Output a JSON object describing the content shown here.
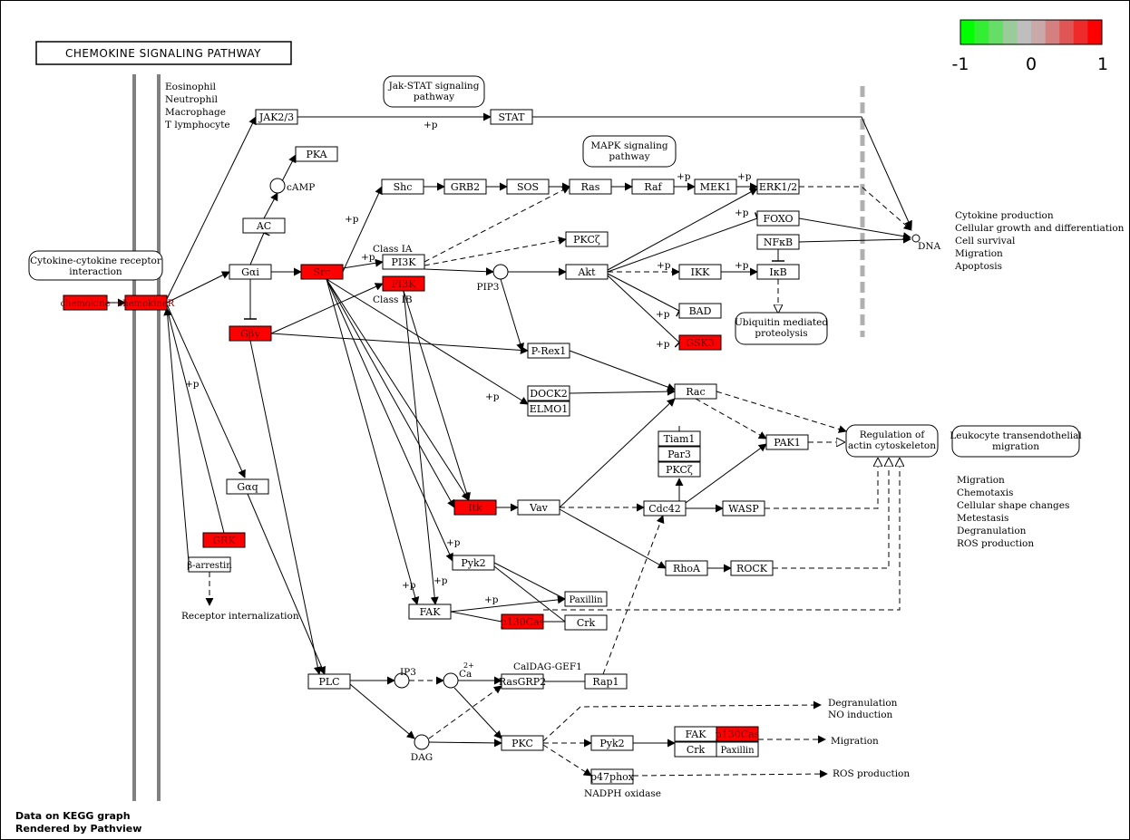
{
  "title": "CHEMOKINE SIGNALING PATHWAY",
  "footer": [
    "Data on KEGG graph",
    "Rendered by Pathview"
  ],
  "legend": {
    "min_label": "-1",
    "mid_label": "0",
    "max_label": "1",
    "colors": [
      "#00ff00",
      "#33ee33",
      "#66dd66",
      "#99cc99",
      "#bebebe",
      "#c8a8a8",
      "#d48080",
      "#e05555",
      "#ee2a2a",
      "#ff0000"
    ]
  },
  "colors": {
    "highlight": "#ff0000",
    "membrane": "#808080",
    "box_stroke": "#000000"
  },
  "cell_types": [
    "Eosinophil",
    "Neutrophil",
    "Macrophage",
    "T lymphocyte"
  ],
  "pathways": [
    {
      "id": "cytokine",
      "lines": [
        "Cytokine-cytokine receptor",
        "interaction"
      ]
    },
    {
      "id": "jakstat",
      "lines": [
        "Jak-STAT signaling",
        "pathway"
      ]
    },
    {
      "id": "mapk",
      "lines": [
        "MAPK signaling",
        "pathway"
      ]
    },
    {
      "id": "ubiq",
      "lines": [
        "Ubiquitin mediated",
        "proteolysis"
      ]
    },
    {
      "id": "actin",
      "lines": [
        "Regulation of",
        "actin cytoskeleton"
      ]
    },
    {
      "id": "leuko",
      "lines": [
        "Leukocyte transendothelial",
        "migration"
      ]
    }
  ],
  "genes": [
    {
      "id": "chemokine",
      "label": "chemokine",
      "hl": true
    },
    {
      "id": "chemokineR",
      "label": "chemokineR",
      "hl": true
    },
    {
      "id": "jak",
      "label": "JAK2/3",
      "hl": false
    },
    {
      "id": "stat",
      "label": "STAT",
      "hl": false
    },
    {
      "id": "pka",
      "label": "PKA",
      "hl": false
    },
    {
      "id": "ac",
      "label": "AC",
      "hl": false
    },
    {
      "id": "gai",
      "label": "Gαi",
      "hl": false
    },
    {
      "id": "gby",
      "label": "Gβγ",
      "hl": true
    },
    {
      "id": "src",
      "label": "Src",
      "hl": true
    },
    {
      "id": "shc",
      "label": "Shc",
      "hl": false
    },
    {
      "id": "grb2",
      "label": "GRB2",
      "hl": false
    },
    {
      "id": "sos",
      "label": "SOS",
      "hl": false
    },
    {
      "id": "ras",
      "label": "Ras",
      "hl": false
    },
    {
      "id": "raf",
      "label": "Raf",
      "hl": false
    },
    {
      "id": "mek",
      "label": "MEK1",
      "hl": false
    },
    {
      "id": "erk",
      "label": "ERK1/2",
      "hl": false
    },
    {
      "id": "pi3k1",
      "label": "PI3K",
      "hl": false
    },
    {
      "id": "pi3k2",
      "label": "PI3K",
      "hl": true
    },
    {
      "id": "pkcz",
      "label": "PKCζ",
      "hl": false
    },
    {
      "id": "foxo",
      "label": "FOXO",
      "hl": false
    },
    {
      "id": "nfkb",
      "label": "NFκB",
      "hl": false
    },
    {
      "id": "akt",
      "label": "Akt",
      "hl": false
    },
    {
      "id": "ikk",
      "label": "IKK",
      "hl": false
    },
    {
      "id": "ikb",
      "label": "IκB",
      "hl": false
    },
    {
      "id": "bad",
      "label": "BAD",
      "hl": false
    },
    {
      "id": "gsk3",
      "label": "GSK3",
      "hl": true
    },
    {
      "id": "prex",
      "label": "P-Rex1",
      "hl": false
    },
    {
      "id": "dock2",
      "label": "DOCK2",
      "hl": false
    },
    {
      "id": "elmo1",
      "label": "ELMO1",
      "hl": false
    },
    {
      "id": "rac",
      "label": "Rac",
      "hl": false
    },
    {
      "id": "tiam1",
      "label": "Tiam1",
      "hl": false
    },
    {
      "id": "par3",
      "label": "Par3",
      "hl": false
    },
    {
      "id": "pkcz2",
      "label": "PKCζ",
      "hl": false
    },
    {
      "id": "pak1",
      "label": "PAK1",
      "hl": false
    },
    {
      "id": "gaq",
      "label": "Gαq",
      "hl": false
    },
    {
      "id": "grk",
      "label": "GRK",
      "hl": true
    },
    {
      "id": "barr",
      "label": "β-arrestin",
      "hl": false
    },
    {
      "id": "itk",
      "label": "Itk",
      "hl": true
    },
    {
      "id": "vav",
      "label": "Vav",
      "hl": false
    },
    {
      "id": "cdc42",
      "label": "Cdc42",
      "hl": false
    },
    {
      "id": "wasp",
      "label": "WASP",
      "hl": false
    },
    {
      "id": "rhoa",
      "label": "RhoA",
      "hl": false
    },
    {
      "id": "rock",
      "label": "ROCK",
      "hl": false
    },
    {
      "id": "pyk2a",
      "label": "Pyk2",
      "hl": false
    },
    {
      "id": "paxillin",
      "label": "Paxillin",
      "hl": false
    },
    {
      "id": "fak",
      "label": "FAK",
      "hl": false
    },
    {
      "id": "p130a",
      "label": "p130Cas",
      "hl": true
    },
    {
      "id": "crk",
      "label": "Crk",
      "hl": false
    },
    {
      "id": "plc",
      "label": "PLC",
      "hl": false
    },
    {
      "id": "rasgrp2",
      "label": "RasGRP2",
      "hl": false
    },
    {
      "id": "rap1",
      "label": "Rap1",
      "hl": false
    },
    {
      "id": "pkc",
      "label": "PKC",
      "hl": false
    },
    {
      "id": "pyk2b",
      "label": "Pyk2",
      "hl": false
    },
    {
      "id": "fak2",
      "label": "FAK",
      "hl": false
    },
    {
      "id": "p130b",
      "label": "p130Cas",
      "hl": true
    },
    {
      "id": "crk2",
      "label": "Crk",
      "hl": false
    },
    {
      "id": "paxillin2",
      "label": "Paxillin",
      "hl": false
    },
    {
      "id": "p47",
      "label": "p47phox",
      "hl": false
    }
  ],
  "compounds": [
    {
      "id": "camp",
      "label": "cAMP"
    },
    {
      "id": "pip3",
      "label": "PIP3"
    },
    {
      "id": "ip3",
      "label": "IP3"
    },
    {
      "id": "ca",
      "label": "Ca"
    },
    {
      "id": "dag",
      "label": "DAG"
    },
    {
      "id": "dna",
      "label": "DNA"
    }
  ],
  "labels": [
    {
      "id": "classIA",
      "text": "Class IA"
    },
    {
      "id": "classIB",
      "text": "Class IB"
    },
    {
      "id": "caldag",
      "text": "CalDAG-GEF1"
    },
    {
      "id": "nadph",
      "text": "NADPH oxidase"
    },
    {
      "id": "receptor_int",
      "text": "Receptor internalization"
    },
    {
      "id": "ca_sup",
      "text": "2+"
    }
  ],
  "outcomes": {
    "dna": [
      "Cytokine production",
      "Cellular growth and differentiation",
      "Cell survival",
      "Migration",
      "Apoptosis"
    ],
    "actin": [
      "Migration",
      "Chemotaxis",
      "Cellular shape changes",
      "Metestasis",
      "Degranulation",
      "ROS production"
    ],
    "degran": [
      "Degranulation",
      "NO induction"
    ],
    "migration": "Migration",
    "ros": "ROS production"
  },
  "plus_p": "+p"
}
